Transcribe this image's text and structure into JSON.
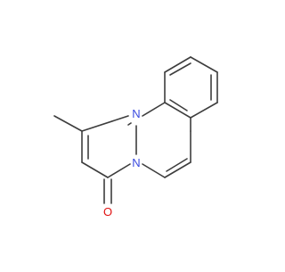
{
  "molecule": {
    "atom_labels": {
      "n_ring_top": "N",
      "n_bridgehead": "N",
      "carbonyl_o": "O"
    },
    "colors": {
      "bond": "#3d3d3d",
      "nitrogen": "#3b4be0",
      "oxygen": "#e01010",
      "background": "#ffffff"
    }
  }
}
